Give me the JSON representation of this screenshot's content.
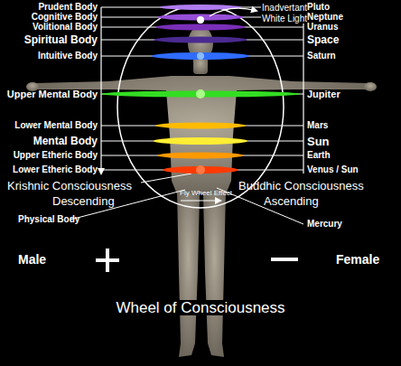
{
  "diagram": {
    "caption": "Wheel of Consciousness",
    "labels": [
      "Prudent Body",
      "Inadvertant White Light",
      "Pluto",
      "Cognitive Body",
      "Neptune",
      "Volitional Body",
      "Uranus",
      "Spiritual Body",
      "Space",
      "Intuitive Body",
      "Saturn",
      "Upper Mental Body",
      "Jupiter",
      "Lower Mental Body",
      "Mars",
      "Mental Body",
      "Sun",
      "Upper Etheric Body",
      "Earth",
      "Lower Etheric Body",
      "Venus / Sun",
      "Krishnic Consciousness",
      "Buddhic Consciousness",
      "Descending",
      "Fly Wheel Effect",
      "Ascending",
      "Physical Body",
      "Mercury",
      "Male",
      "Female"
    ]
  }
}
